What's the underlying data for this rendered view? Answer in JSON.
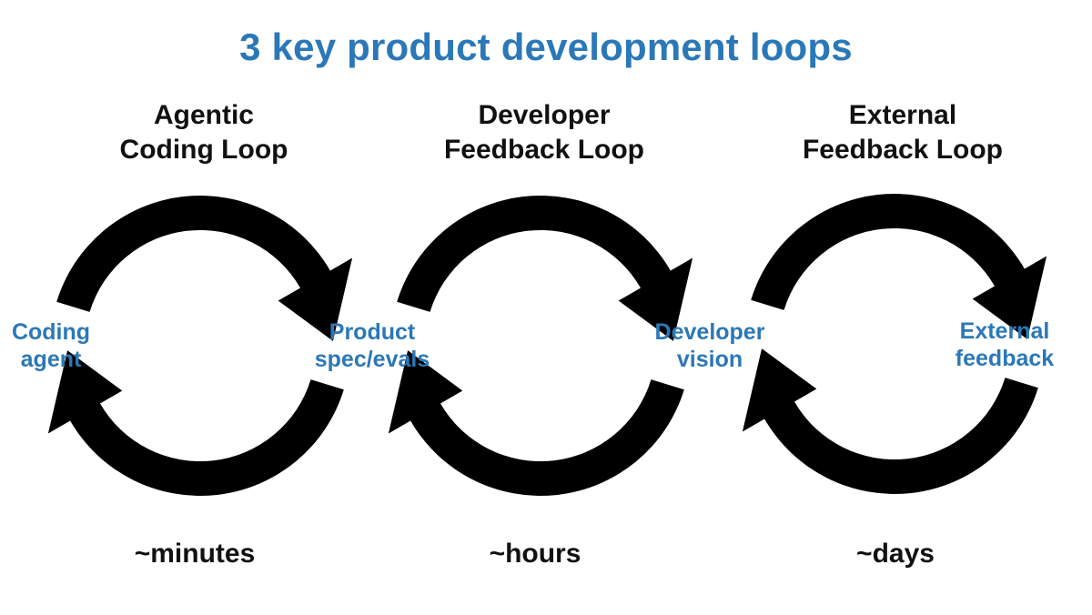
{
  "title": "3 key product development loops",
  "colors": {
    "title": "#2b78b8",
    "node_label": "#2b78b8",
    "arrow": "#000000",
    "text": "#111111"
  },
  "loops": [
    {
      "title_line1": "Agentic",
      "title_line2": "Coding Loop",
      "time": "~minutes"
    },
    {
      "title_line1": "Developer",
      "title_line2": "Feedback Loop",
      "time": "~hours"
    },
    {
      "title_line1": "External",
      "title_line2": "Feedback Loop",
      "time": "~days"
    }
  ],
  "nodes": [
    {
      "line1": "Coding",
      "line2": "agent"
    },
    {
      "line1": "Product",
      "line2": "spec/evals"
    },
    {
      "line1": "Developer",
      "line2": "vision"
    },
    {
      "line1": "External",
      "line2": "feedback"
    }
  ],
  "edges": [
    {
      "from": "Coding agent",
      "to": "Product spec/evals",
      "direction": "forward"
    },
    {
      "from": "Product spec/evals",
      "to": "Coding agent",
      "direction": "back"
    },
    {
      "from": "Product spec/evals",
      "to": "Developer vision",
      "direction": "forward"
    },
    {
      "from": "Developer vision",
      "to": "Product spec/evals",
      "direction": "back"
    },
    {
      "from": "Developer vision",
      "to": "External feedback",
      "direction": "forward"
    },
    {
      "from": "External feedback",
      "to": "Developer vision",
      "direction": "back"
    }
  ]
}
